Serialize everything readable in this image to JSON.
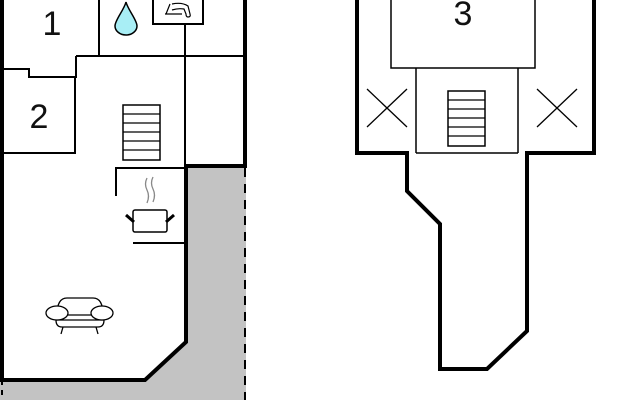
{
  "floorplan": {
    "rooms": [
      {
        "id": "1",
        "label": "1",
        "type": "bedroom"
      },
      {
        "id": "2",
        "label": "2",
        "type": "bedroom"
      },
      {
        "id": "3",
        "label": "3",
        "type": "bedroom"
      }
    ],
    "icons": [
      {
        "name": "shower-drop-icon",
        "room": "bathroom"
      },
      {
        "name": "washbasin-tap-icon",
        "room": "bathroom"
      },
      {
        "name": "stairs-icon",
        "floor": "ground"
      },
      {
        "name": "cooking-pot-icon",
        "room": "kitchen"
      },
      {
        "name": "armchair-icon",
        "room": "living-room"
      },
      {
        "name": "stairs-icon",
        "floor": "upper"
      },
      {
        "name": "void-cross-icon",
        "position": "left"
      },
      {
        "name": "void-cross-icon",
        "position": "right"
      }
    ],
    "colors": {
      "wall": "#000000",
      "terrace": "#c3c3c3",
      "water": "#a8eef5",
      "background": "#ffffff"
    }
  }
}
